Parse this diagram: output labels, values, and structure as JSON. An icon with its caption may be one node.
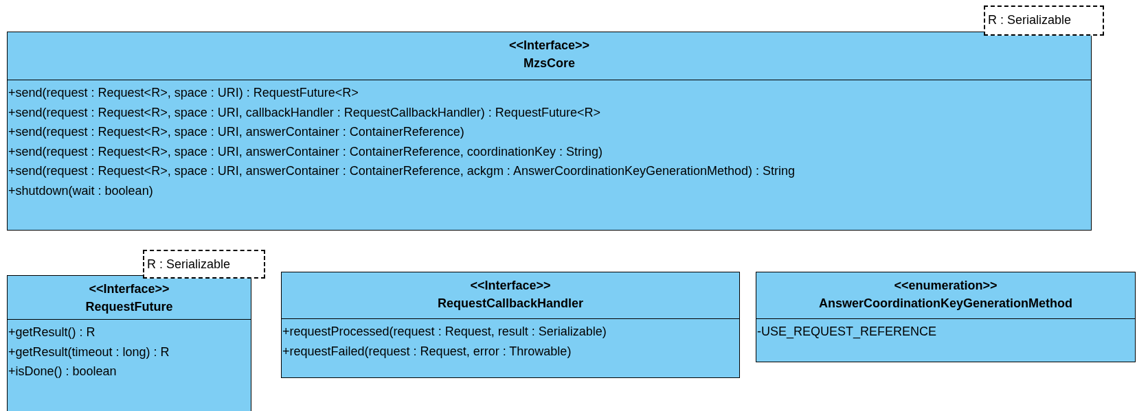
{
  "diagram": {
    "nodes": [
      {
        "text": [
          "<<Interface>>",
          "MzsCore",
          "+send(request : Request<R>, space : URI) : RequestFuture<R>",
          "+send(request : Request<R>, space : URI, callbackHandler : RequestCallbackHandler) : RequestFuture<R>",
          "+send(request : Request<R>, space : URI, answerContainer : ContainerReference)",
          "+send(request : Request<R>, space : URI, answerContainer : ContainerReference, coordinationKey : String)",
          "+send(request : Request<R>, space : URI, answerContainer : ContainerReference, ackgm : AnswerCoordinationKeyGenerationMethod) : String",
          "+shutdown(wait : boolean)"
        ]
      },
      {
        "text": [
          "R : Serializable"
        ]
      },
      {
        "text": [
          "<<Interface>>",
          "RequestFuture",
          "+getResult() : R",
          "+getResult(timeout : long) : R",
          "+isDone() : boolean"
        ]
      },
      {
        "text": [
          "R : Serializable"
        ]
      },
      {
        "text": [
          "<<Interface>>",
          "RequestCallbackHandler",
          "+requestProcessed(request : Request, result : Serializable)",
          "+requestFailed(request : Request, error : Throwable)"
        ]
      },
      {
        "text": [
          "<<enumeration>>",
          "AnswerCoordinationKeyGenerationMethod",
          "-USE_REQUEST_REFERENCE"
        ]
      }
    ]
  }
}
